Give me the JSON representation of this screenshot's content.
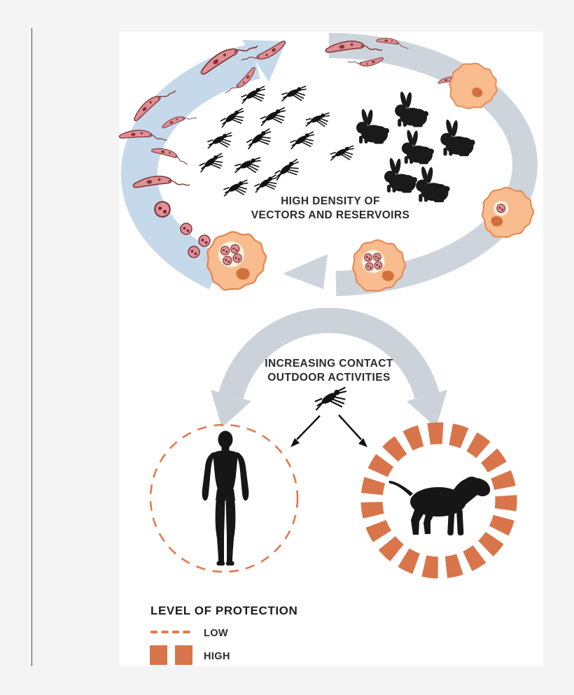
{
  "canvas": {
    "background_color": "#f4f4f4",
    "paper_color": "#ffffff",
    "rule_line_color": "#4a4a4a"
  },
  "cycle": {
    "caption_line1": "HIGH DENSITY OF",
    "caption_line2": "VECTORS AND RESERVOIRS",
    "vectors": {
      "icon": "sandfly-icon",
      "count": 14
    },
    "reservoirs": {
      "icon": "rabbit-icon",
      "count": 6
    },
    "parasite_icons": [
      "promastigote-icon",
      "amastigote-icon",
      "macrophage-icon"
    ],
    "upper_arrow_color": "#c6d9ea",
    "lower_arrow_color": "#ced4db"
  },
  "transmission": {
    "caption_line1": "INCREASING CONTACT",
    "caption_line2": "OUTDOOR ACTIVITIES",
    "vector_icon": "sandfly-icon",
    "targets": [
      "human",
      "dog"
    ]
  },
  "protection": {
    "human_ring_style": "dashed",
    "dog_ring_style": "blocks",
    "accent_color": "#e2764d"
  },
  "legend": {
    "title": "LEVEL OF PROTECTION",
    "items": [
      {
        "label": "LOW",
        "swatch": "dashed-line"
      },
      {
        "label": "HIGH",
        "swatch": "filled-squares"
      }
    ]
  }
}
